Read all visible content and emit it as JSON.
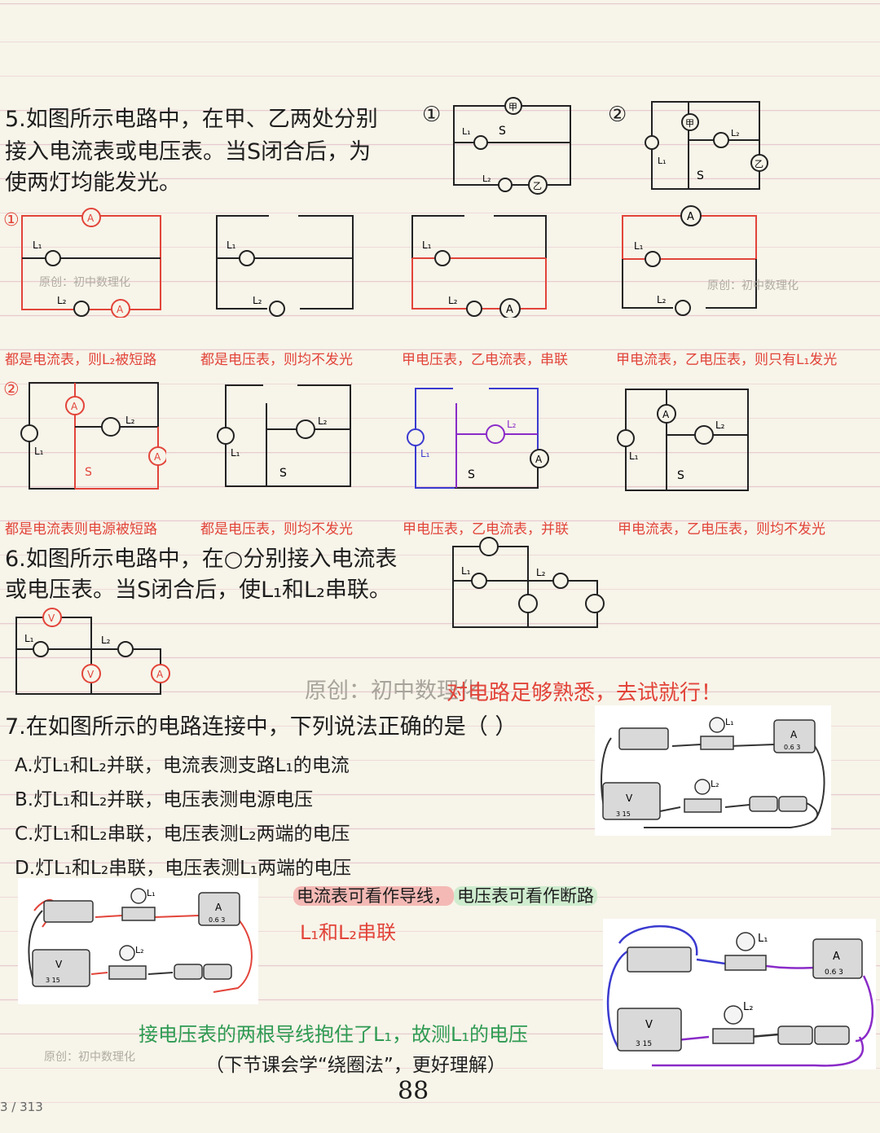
{
  "q5": {
    "text_line1": "5.如图所示电路中，在甲、乙两处分别",
    "text_line2": "接入电流表或电压表。当S闭合后，为",
    "text_line3": "使两灯均能发光。",
    "fig1_num": "①",
    "fig2_num": "②",
    "row1_num": "①",
    "row2_num": "②",
    "row1_captions": [
      "都是电流表，则L₂被短路",
      "都是电压表，则均不发光",
      "甲电压表，乙电流表，串联",
      "甲电流表，乙电压表，则只有L₁发光"
    ],
    "row2_captions": [
      "都是电流表则电源被短路",
      "都是电压表，则均不发光",
      "甲电压表，乙电流表，并联",
      "甲电流表，乙电压表，则均不发光"
    ]
  },
  "labels": {
    "jia": "甲",
    "yi": "乙",
    "S": "S",
    "L1": "L₁",
    "L2": "L₂",
    "A": "A",
    "V": "V"
  },
  "watermark": "原创：初中数理化",
  "q6": {
    "text_line1": "6.如图所示电路中，在○分别接入电流表",
    "text_line2": "或电压表。当S闭合后，使L₁和L₂串联。",
    "note": "对电路足够熟悉，去试就行！",
    "big_watermark": "原创：初中数理化"
  },
  "q7": {
    "stem": "7.在如图所示的电路连接中，下列说法正确的是（    ）",
    "options": [
      "A.灯L₁和L₂并联，电流表测支路L₁的电流",
      "B.灯L₁和L₂并联，电压表测电源电压",
      "C.灯L₁和L₂串联，电压表测L₂两端的电压",
      "D.灯L₁和L₂串联，电压表测L₁两端的电压"
    ],
    "hint_red": "电流表可看作导线，",
    "hint_green": "电压表可看作断路",
    "series": "L₁和L₂串联",
    "explain1": "接电压表的两根导线抱住了L₁，故测L₁的电压",
    "explain2": "（下节课会学“绕圈法”，更好理解）",
    "meter_scale_A": "0.6  3",
    "meter_scale_V": "3  15"
  },
  "page_number": "88",
  "page_indicator": "3 / 313"
}
